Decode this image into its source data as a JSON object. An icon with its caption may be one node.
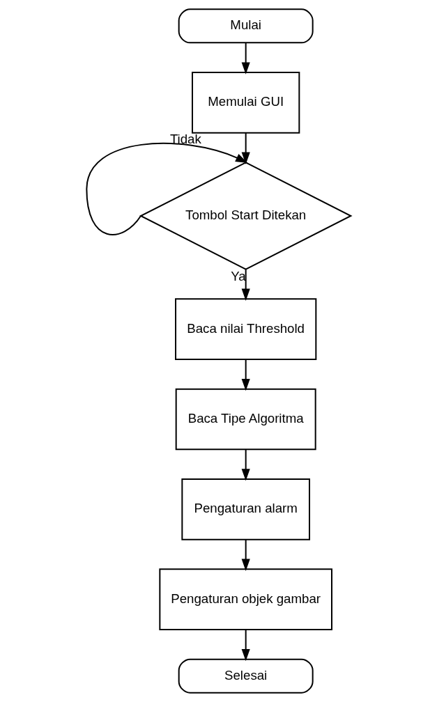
{
  "diagram": {
    "nodes": [
      {
        "text": [
          "Mulai"
        ]
      },
      {
        "text": [
          "Memulai GUI"
        ]
      },
      {
        "text": [
          "Tombol Start Ditekan"
        ]
      },
      {
        "text": [
          "Baca nilai Threshold"
        ]
      },
      {
        "text": [
          "Baca Tipe Algoritma"
        ]
      },
      {
        "text": [
          "Pengaturan alarm"
        ]
      },
      {
        "text": [
          "Pengaturan objek gambar"
        ]
      },
      {
        "text": [
          "Selesai"
        ]
      }
    ],
    "edges": [
      {
        "from": 0,
        "to": 1,
        "arrow": "to"
      },
      {
        "from": 1,
        "to": 2,
        "arrow": "to"
      },
      {
        "from": 2,
        "to": 2,
        "arrow": "to",
        "label": "Tidak"
      },
      {
        "from": 2,
        "to": 3,
        "arrow": "to",
        "label": "Ya"
      },
      {
        "from": 3,
        "to": 4,
        "arrow": "to"
      },
      {
        "from": 4,
        "to": 5,
        "arrow": "to"
      },
      {
        "from": 5,
        "to": 6,
        "arrow": "to"
      },
      {
        "from": 6,
        "to": 7,
        "arrow": "to"
      }
    ]
  }
}
